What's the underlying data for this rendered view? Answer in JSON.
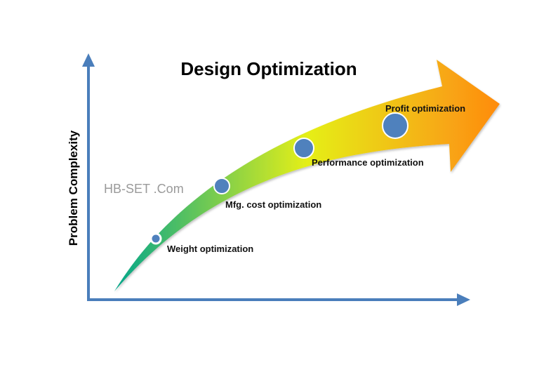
{
  "title": "Design Optimization",
  "y_axis_label": "Problem Complexity",
  "watermark": "HB-SET .Com",
  "colors": {
    "axis": "#4a7ebb",
    "marker_fill": "#4f81bd",
    "gradient_start": "#00a58c",
    "gradient_mid": "#e5ef18",
    "gradient_end": "#ff8a10"
  },
  "stages": [
    {
      "label": "Weight optimization",
      "marker_size": "small",
      "ring": true
    },
    {
      "label": "Mfg. cost optimization",
      "marker_size": "medium",
      "ring": false
    },
    {
      "label": "Performance optimization",
      "marker_size": "large",
      "ring": false
    },
    {
      "label": "Profit optimization",
      "marker_size": "xlarge",
      "ring": false
    }
  ]
}
